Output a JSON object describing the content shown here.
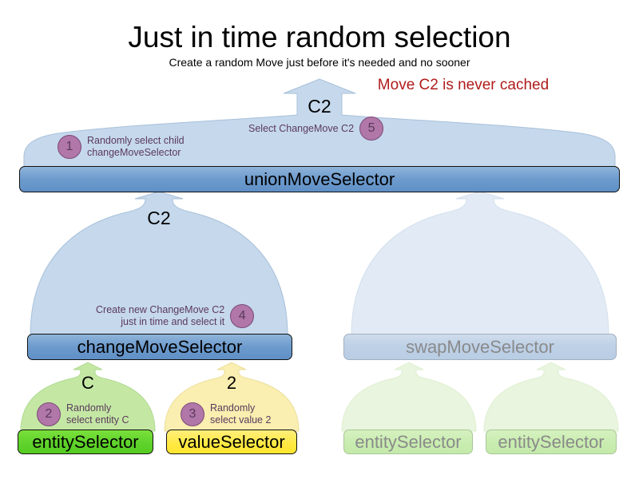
{
  "header": {
    "title": "Just in time random selection",
    "subtitle": "Create a random Move just before it's needed and no sooner",
    "warning": "Move C2 is never cached",
    "warning_color": "#b01c1c"
  },
  "nodes": {
    "union_move_selector": "unionMoveSelector",
    "change_move_selector": "changeMoveSelector",
    "swap_move_selector": "swapMoveSelector",
    "entity_selector": "entitySelector",
    "value_selector": "valueSelector",
    "entity_selector_swap_left": "entitySelector",
    "entity_selector_swap_right": "entitySelector"
  },
  "arrow_labels": {
    "top_c2": "C2",
    "mid_c2": "C2",
    "entity_c": "C",
    "value_2": "2"
  },
  "steps": [
    {
      "number": "1",
      "text": "Randomly select child\nchangeMoveSelector",
      "align": "left"
    },
    {
      "number": "2",
      "text": "Randomly\nselect entity C",
      "align": "left"
    },
    {
      "number": "3",
      "text": "Randomly\nselect value 2",
      "align": "left"
    },
    {
      "number": "4",
      "text": "Create new ChangeMove C2\njust in time and select it",
      "align": "right"
    },
    {
      "number": "5",
      "text": "Select ChangeMove C2",
      "align": "left"
    }
  ],
  "colors": {
    "arrow_blue": "#c5d8ec",
    "arrow_blue_faded": "#e2ebf5",
    "arrow_green": "#c4e8a4",
    "arrow_green_faded": "#e9f5de",
    "arrow_yellow": "#faeeb0",
    "bar_blue": "#6d9bcd",
    "bar_green": "#5ed22a",
    "bar_yellow": "#ffe942",
    "badge": "#b077a8",
    "annotation_text": "#5b3a5c"
  }
}
